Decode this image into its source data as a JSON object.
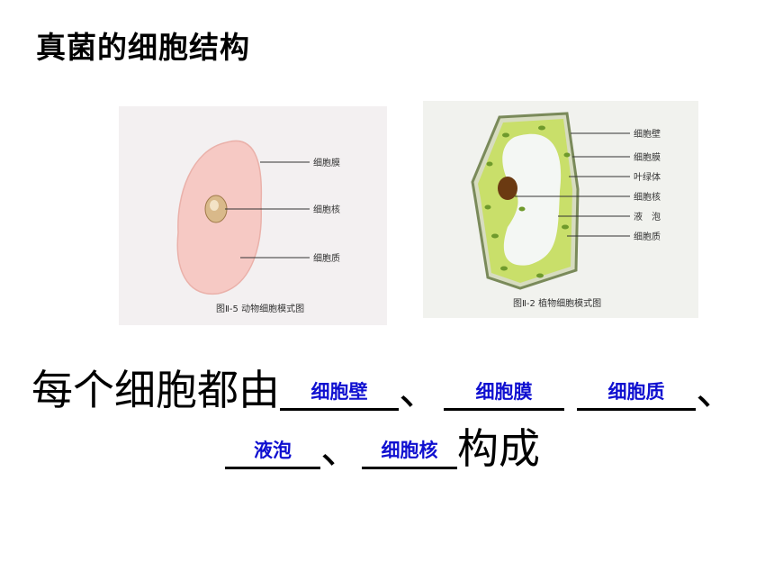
{
  "title": "真菌的细胞结构",
  "animal_fig": {
    "labels": [
      "细胞膜",
      "细胞核",
      "细胞质"
    ],
    "caption": "图Ⅱ-5  动物细胞模式图"
  },
  "plant_fig": {
    "labels": [
      "细胞壁",
      "细胞膜",
      "叶绿体",
      "细胞核",
      "液　泡",
      "细胞质"
    ],
    "caption": "图Ⅱ-2  植物细胞模式图"
  },
  "sentence": {
    "prefix": "每个细胞都由",
    "sep1": "、",
    "sep2": "、",
    "sep3": "、",
    "suffix": "构成",
    "answers": [
      "细胞壁",
      "细胞膜",
      "细胞质",
      "液泡",
      "细胞核"
    ]
  },
  "colors": {
    "answer": "#1010d0",
    "animal_cell": "#f6c9c4",
    "plant_cytoplasm": "#c9df6a",
    "vacuole": "#f4f7f4",
    "nucleus": "#6b3a12"
  }
}
